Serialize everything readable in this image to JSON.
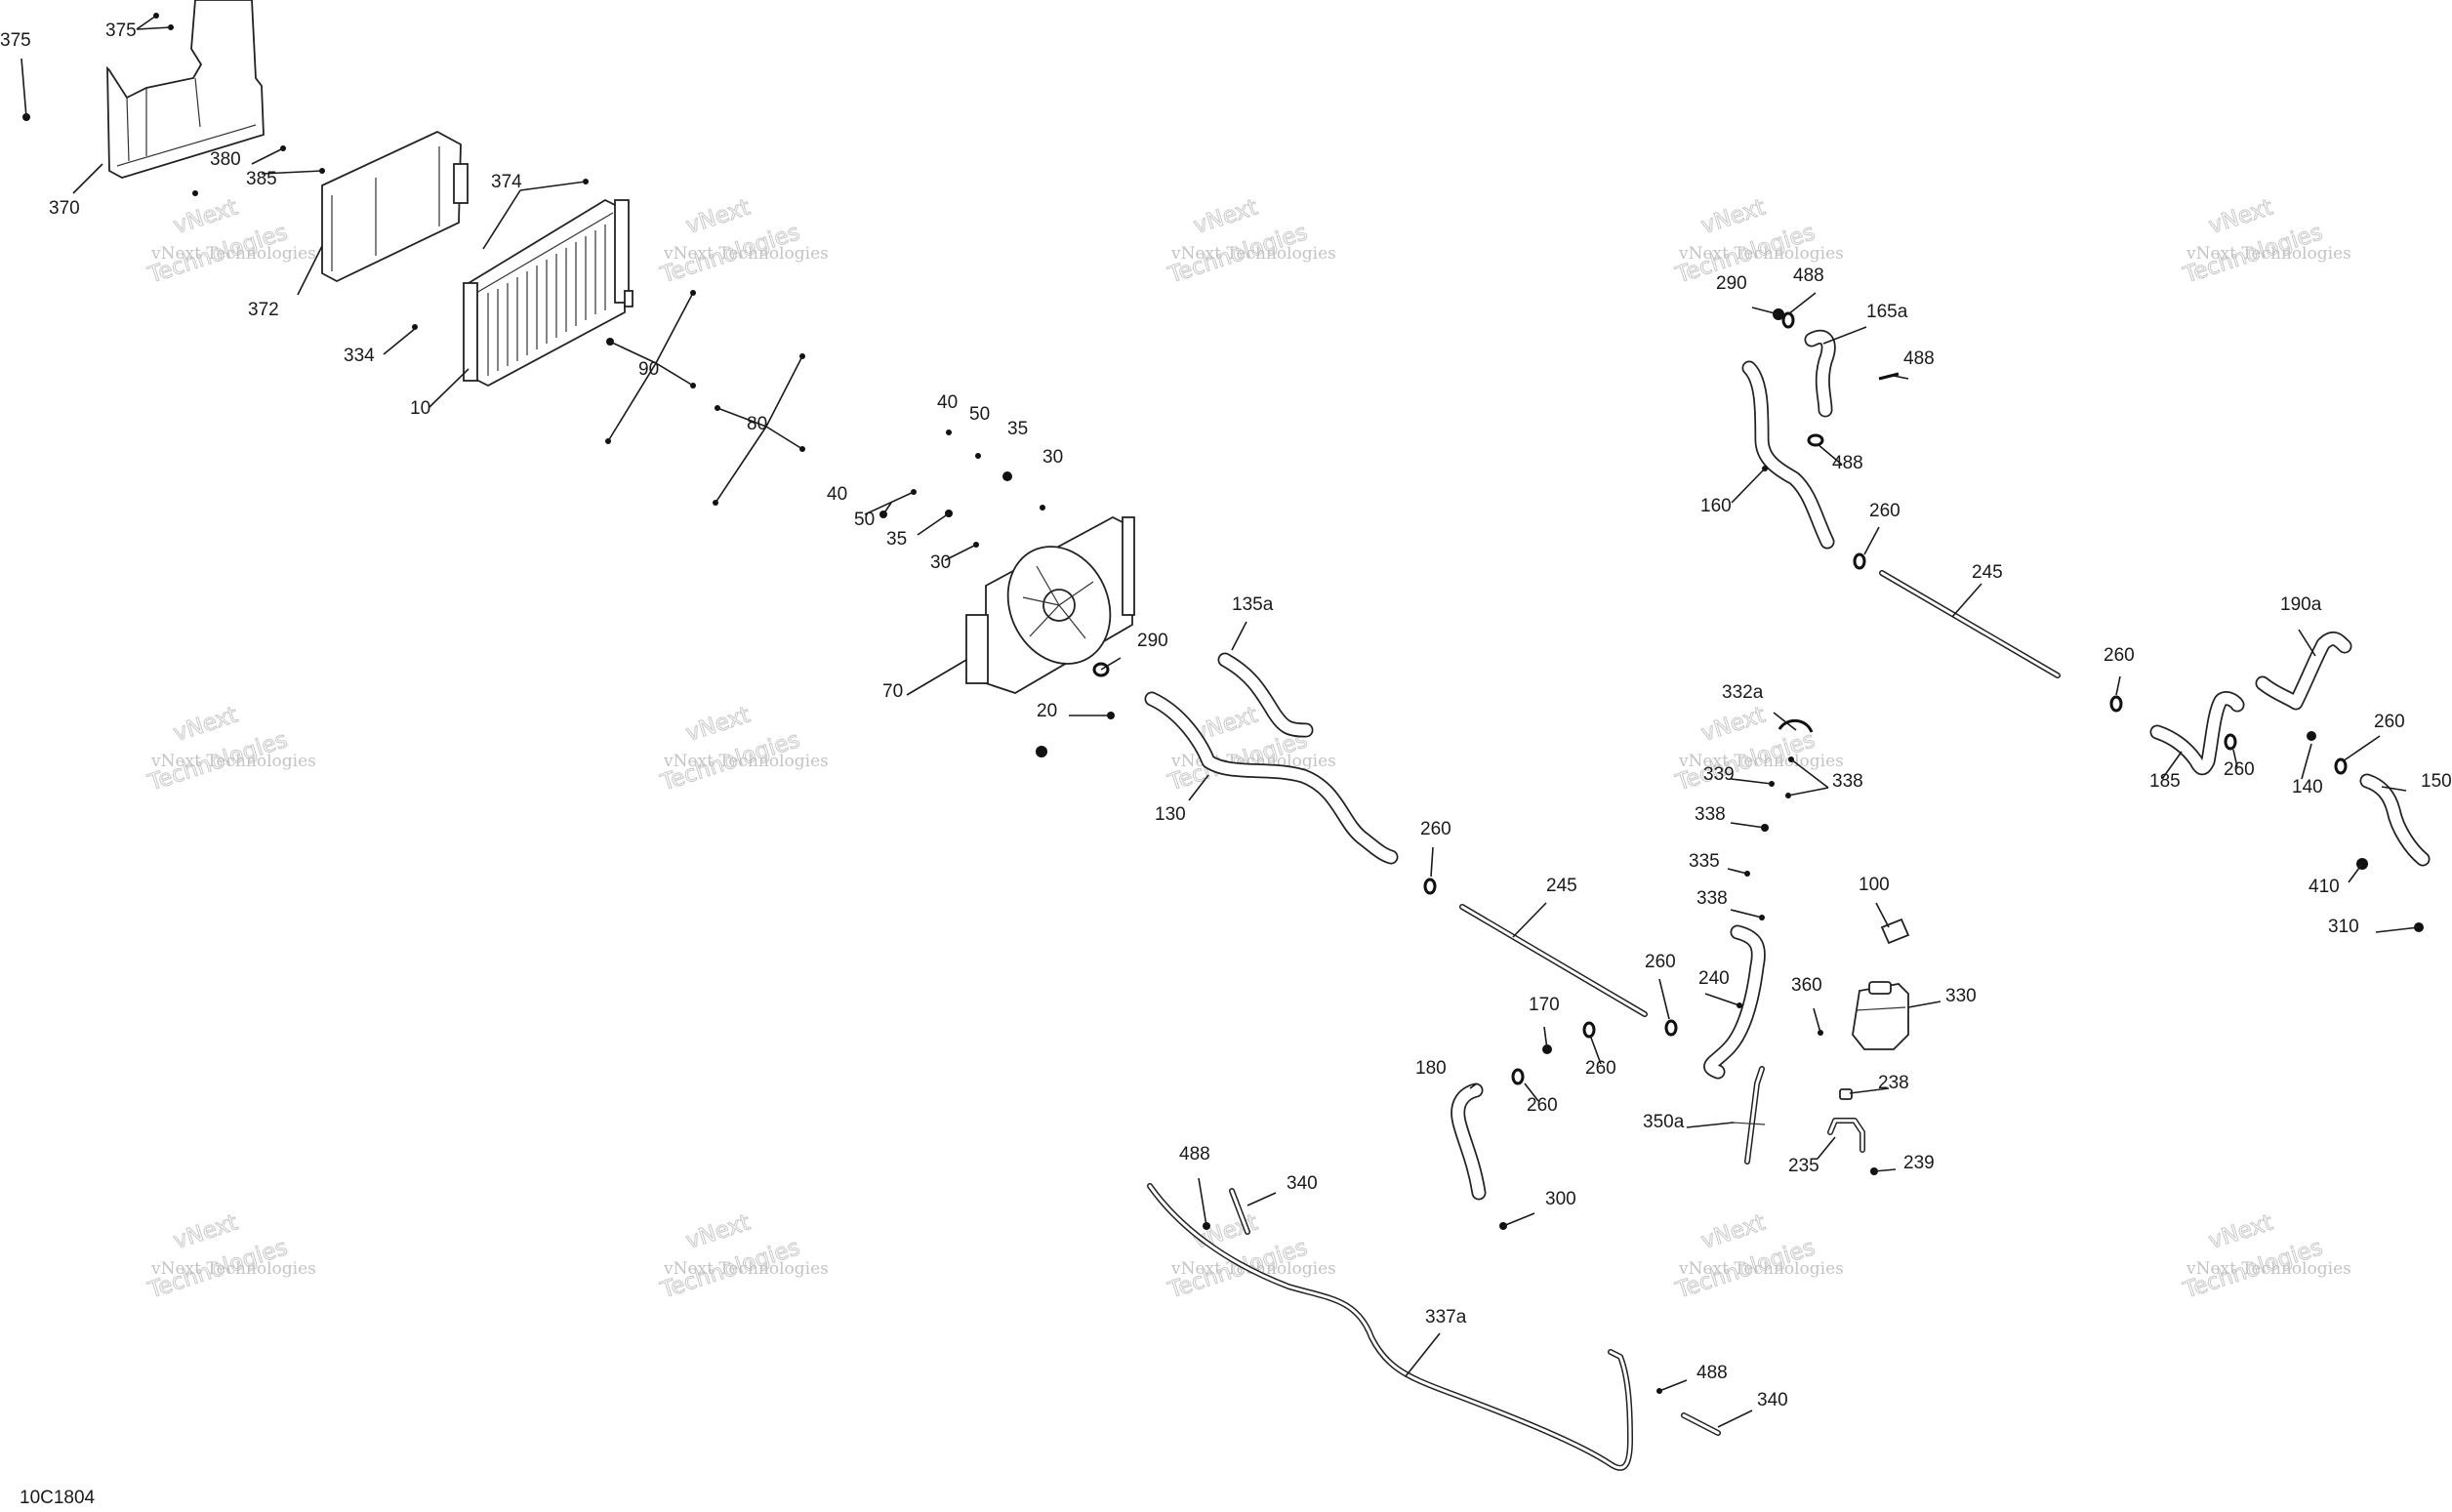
{
  "diagram_code": "10C1804",
  "watermark": {
    "line1": "vNext Technologies",
    "line2": "vNext",
    "line3": "Technologies"
  },
  "callouts": [
    {
      "id": "c375a",
      "text": "375"
    },
    {
      "id": "c375b",
      "text": "375"
    },
    {
      "id": "c370",
      "text": "370"
    },
    {
      "id": "c380",
      "text": "380"
    },
    {
      "id": "c385",
      "text": "385"
    },
    {
      "id": "c372",
      "text": "372"
    },
    {
      "id": "c374",
      "text": "374"
    },
    {
      "id": "c334",
      "text": "334"
    },
    {
      "id": "c10",
      "text": "10"
    },
    {
      "id": "c90",
      "text": "90"
    },
    {
      "id": "c80",
      "text": "80"
    },
    {
      "id": "c40a",
      "text": "40"
    },
    {
      "id": "c50a",
      "text": "50"
    },
    {
      "id": "c35a",
      "text": "35"
    },
    {
      "id": "c30a",
      "text": "30"
    },
    {
      "id": "c40b",
      "text": "40"
    },
    {
      "id": "c50b",
      "text": "50"
    },
    {
      "id": "c35b",
      "text": "35"
    },
    {
      "id": "c30b",
      "text": "30"
    },
    {
      "id": "c70",
      "text": "70"
    },
    {
      "id": "c290a",
      "text": "290"
    },
    {
      "id": "c20",
      "text": "20"
    },
    {
      "id": "c135a",
      "text": "135a"
    },
    {
      "id": "c130",
      "text": "130"
    },
    {
      "id": "c260a",
      "text": "260"
    },
    {
      "id": "c245a",
      "text": "245"
    },
    {
      "id": "c260b",
      "text": "260"
    },
    {
      "id": "c170",
      "text": "170"
    },
    {
      "id": "c260c",
      "text": "260"
    },
    {
      "id": "c260d",
      "text": "260"
    },
    {
      "id": "c180",
      "text": "180"
    },
    {
      "id": "c240",
      "text": "240"
    },
    {
      "id": "c350a",
      "text": "350a"
    },
    {
      "id": "c300",
      "text": "300"
    },
    {
      "id": "c488a",
      "text": "488"
    },
    {
      "id": "c340a",
      "text": "340"
    },
    {
      "id": "c337a",
      "text": "337a"
    },
    {
      "id": "c488b",
      "text": "488"
    },
    {
      "id": "c340b",
      "text": "340"
    },
    {
      "id": "c290b",
      "text": "290"
    },
    {
      "id": "c488c",
      "text": "488"
    },
    {
      "id": "c165a",
      "text": "165a"
    },
    {
      "id": "c488d",
      "text": "488"
    },
    {
      "id": "c488e",
      "text": "488"
    },
    {
      "id": "c160",
      "text": "160"
    },
    {
      "id": "c260e",
      "text": "260"
    },
    {
      "id": "c245b",
      "text": "245"
    },
    {
      "id": "c332a",
      "text": "332a"
    },
    {
      "id": "c339",
      "text": "339"
    },
    {
      "id": "c338a",
      "text": "338"
    },
    {
      "id": "c338b",
      "text": "338"
    },
    {
      "id": "c335",
      "text": "335"
    },
    {
      "id": "c338c",
      "text": "338"
    },
    {
      "id": "c100",
      "text": "100"
    },
    {
      "id": "c360",
      "text": "360"
    },
    {
      "id": "c330",
      "text": "330"
    },
    {
      "id": "c238",
      "text": "238"
    },
    {
      "id": "c235",
      "text": "235"
    },
    {
      "id": "c239",
      "text": "239"
    },
    {
      "id": "c260f",
      "text": "260"
    },
    {
      "id": "c190a",
      "text": "190a"
    },
    {
      "id": "c260g",
      "text": "260"
    },
    {
      "id": "c185",
      "text": "185"
    },
    {
      "id": "c260h",
      "text": "260"
    },
    {
      "id": "c140",
      "text": "140"
    },
    {
      "id": "c150",
      "text": "150"
    },
    {
      "id": "c410",
      "text": "410"
    },
    {
      "id": "c310",
      "text": "310"
    }
  ]
}
